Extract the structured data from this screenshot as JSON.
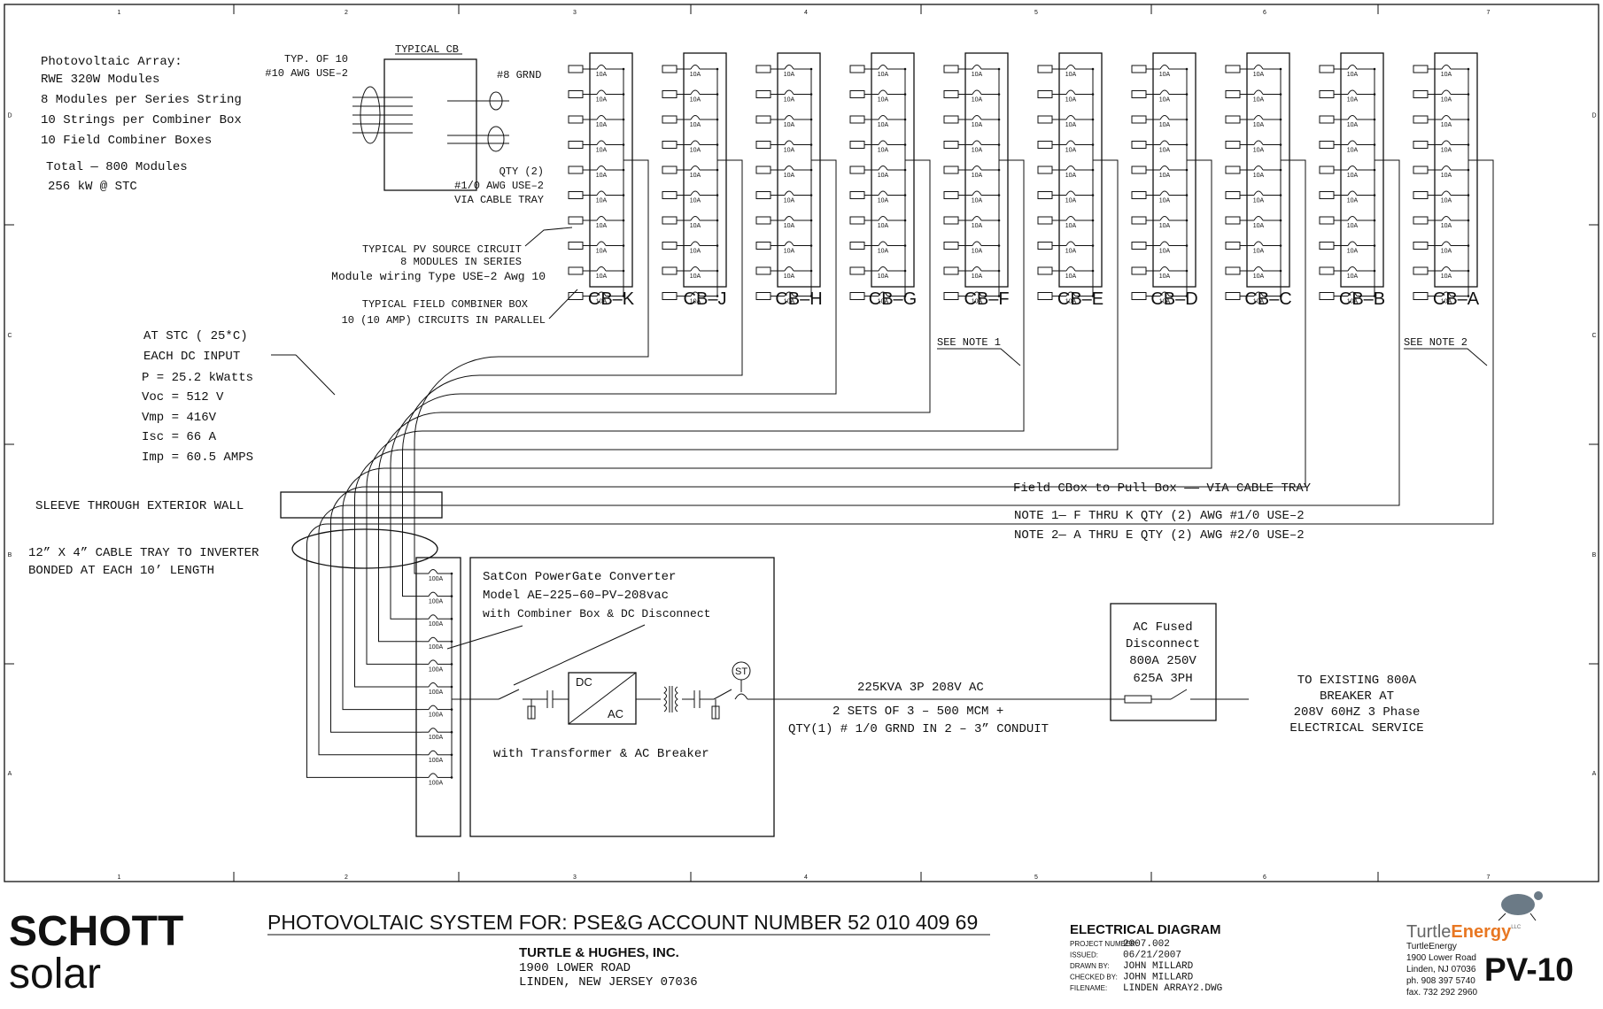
{
  "array_info": {
    "lines": [
      "Photovoltaic Array:",
      "RWE 320W Modules",
      "8 Modules per Series String",
      "10 Strings per Combiner Box",
      "10 Field Combiner Boxes",
      "Total — 800 Modules",
      "256 kW @ STC"
    ]
  },
  "typical_cb": {
    "title": "TYPICAL CB",
    "left_note": [
      "TYP. OF 10",
      "#10 AWG USE–2"
    ],
    "grnd": "#8 GRND",
    "out_note": [
      "QTY (2)",
      "#1/0 AWG USE–2",
      "VIA CABLE TRAY"
    ]
  },
  "fuse_rating": "10A",
  "inverter_fuse_rating": "100A",
  "combiner_boxes": [
    "CB–K",
    "CB–J",
    "CB–H",
    "CB–G",
    "CB–F",
    "CB–E",
    "CB–D",
    "CB–C",
    "CB–B",
    "CB–A"
  ],
  "notes_callouts": {
    "note1": "SEE NOTE 1",
    "note2": "SEE NOTE 2"
  },
  "source_circuit": [
    "TYPICAL PV SOURCE CIRCUIT",
    "8 MODULES IN SERIES",
    "Module wiring Type USE–2 Awg 10"
  ],
  "field_box": [
    "TYPICAL FIELD COMBINER BOX",
    "10 (10 AMP) CIRCUITS IN PARALLEL"
  ],
  "stc": {
    "lines": [
      "AT STC   ( 25*C)",
      "EACH DC INPUT",
      "P  =  25.2  kWatts",
      "Voc  =  512  V",
      "Vmp  =  416V",
      "Isc  =  66  A",
      "Imp  =  60.5  AMPS"
    ]
  },
  "sleeve": "SLEEVE THROUGH EXTERIOR WALL",
  "cable_tray": [
    "12” X 4” CABLE TRAY TO INVERTER",
    "BONDED AT EACH 10’ LENGTH"
  ],
  "field_notes": {
    "pull": "Field CBox to Pull Box —— VIA CABLE TRAY",
    "note1": "NOTE 1—   F THRU K  QTY  (2)  AWG  #1/0  USE–2",
    "note2": "NOTE 2—   A  THRU  E  QTY  (2)  AWG  #2/0  USE–2"
  },
  "converter": {
    "lines": [
      "SatCon  PowerGate  Converter",
      "Model  AE–225–60–PV–208vac",
      "with  Combiner Box  &  DC  Disconnect"
    ],
    "bottom": "with  Transformer  &  AC  Breaker",
    "dc": "DC",
    "ac": "AC",
    "st": "ST"
  },
  "ac_run": {
    "rating": "225KVA  3P  208V  AC",
    "line1": "2  SETS  OF  3  –  500  MCM  +",
    "line2": "QTY(1)  #  1/0  GRND  IN  2  –  3”  CONDUIT"
  },
  "ac_disconnect": [
    "AC  Fused",
    "Disconnect",
    "800A  250V",
    "625A  3PH"
  ],
  "existing": [
    "TO  EXISTING  800A",
    "BREAKER  AT",
    "208V  60HZ  3  Phase",
    "ELECTRICAL  SERVICE"
  ],
  "grid": {
    "cols": [
      "1",
      "2",
      "3",
      "4",
      "5",
      "6",
      "7"
    ],
    "rows": [
      "D",
      "C",
      "B",
      "A"
    ]
  },
  "title_block": {
    "logo_top": "SCHOTT",
    "logo_bottom": "solar",
    "project_title": "PHOTOVOLTAIC SYSTEM FOR: PSE&G ACCOUNT NUMBER 52 010 409 69",
    "client_name": "TURTLE & HUGHES, INC.",
    "client_addr1": "1900  LOWER  ROAD",
    "client_addr2": "LINDEN,  NEW  JERSEY  07036",
    "sheet_title": "ELECTRICAL DIAGRAM",
    "fields": [
      {
        "label": "PROJECT NUMBER:",
        "value": "2007.002"
      },
      {
        "label": "ISSUED:",
        "value": "06/21/2007"
      },
      {
        "label": "DRAWN BY:",
        "value": "JOHN  MILLARD"
      },
      {
        "label": "CHECKED BY:",
        "value": "JOHN  MILLARD"
      },
      {
        "label": "FILENAME:",
        "value": "LINDEN  ARRAY2.DWG"
      }
    ],
    "company_a": "Turtle",
    "company_b": "Energy",
    "company_suffix": "LLC",
    "company_lines": [
      "TurtleEnergy",
      "1900 Lower Road",
      "Linden, NJ 07036",
      "ph. 908 397 5740",
      "fax. 732 292 2960"
    ],
    "sheet_number": "PV-10",
    "accent_color": "#e87722",
    "blue_color": "#0a5ea8",
    "gray_color": "#8a8a8a"
  }
}
